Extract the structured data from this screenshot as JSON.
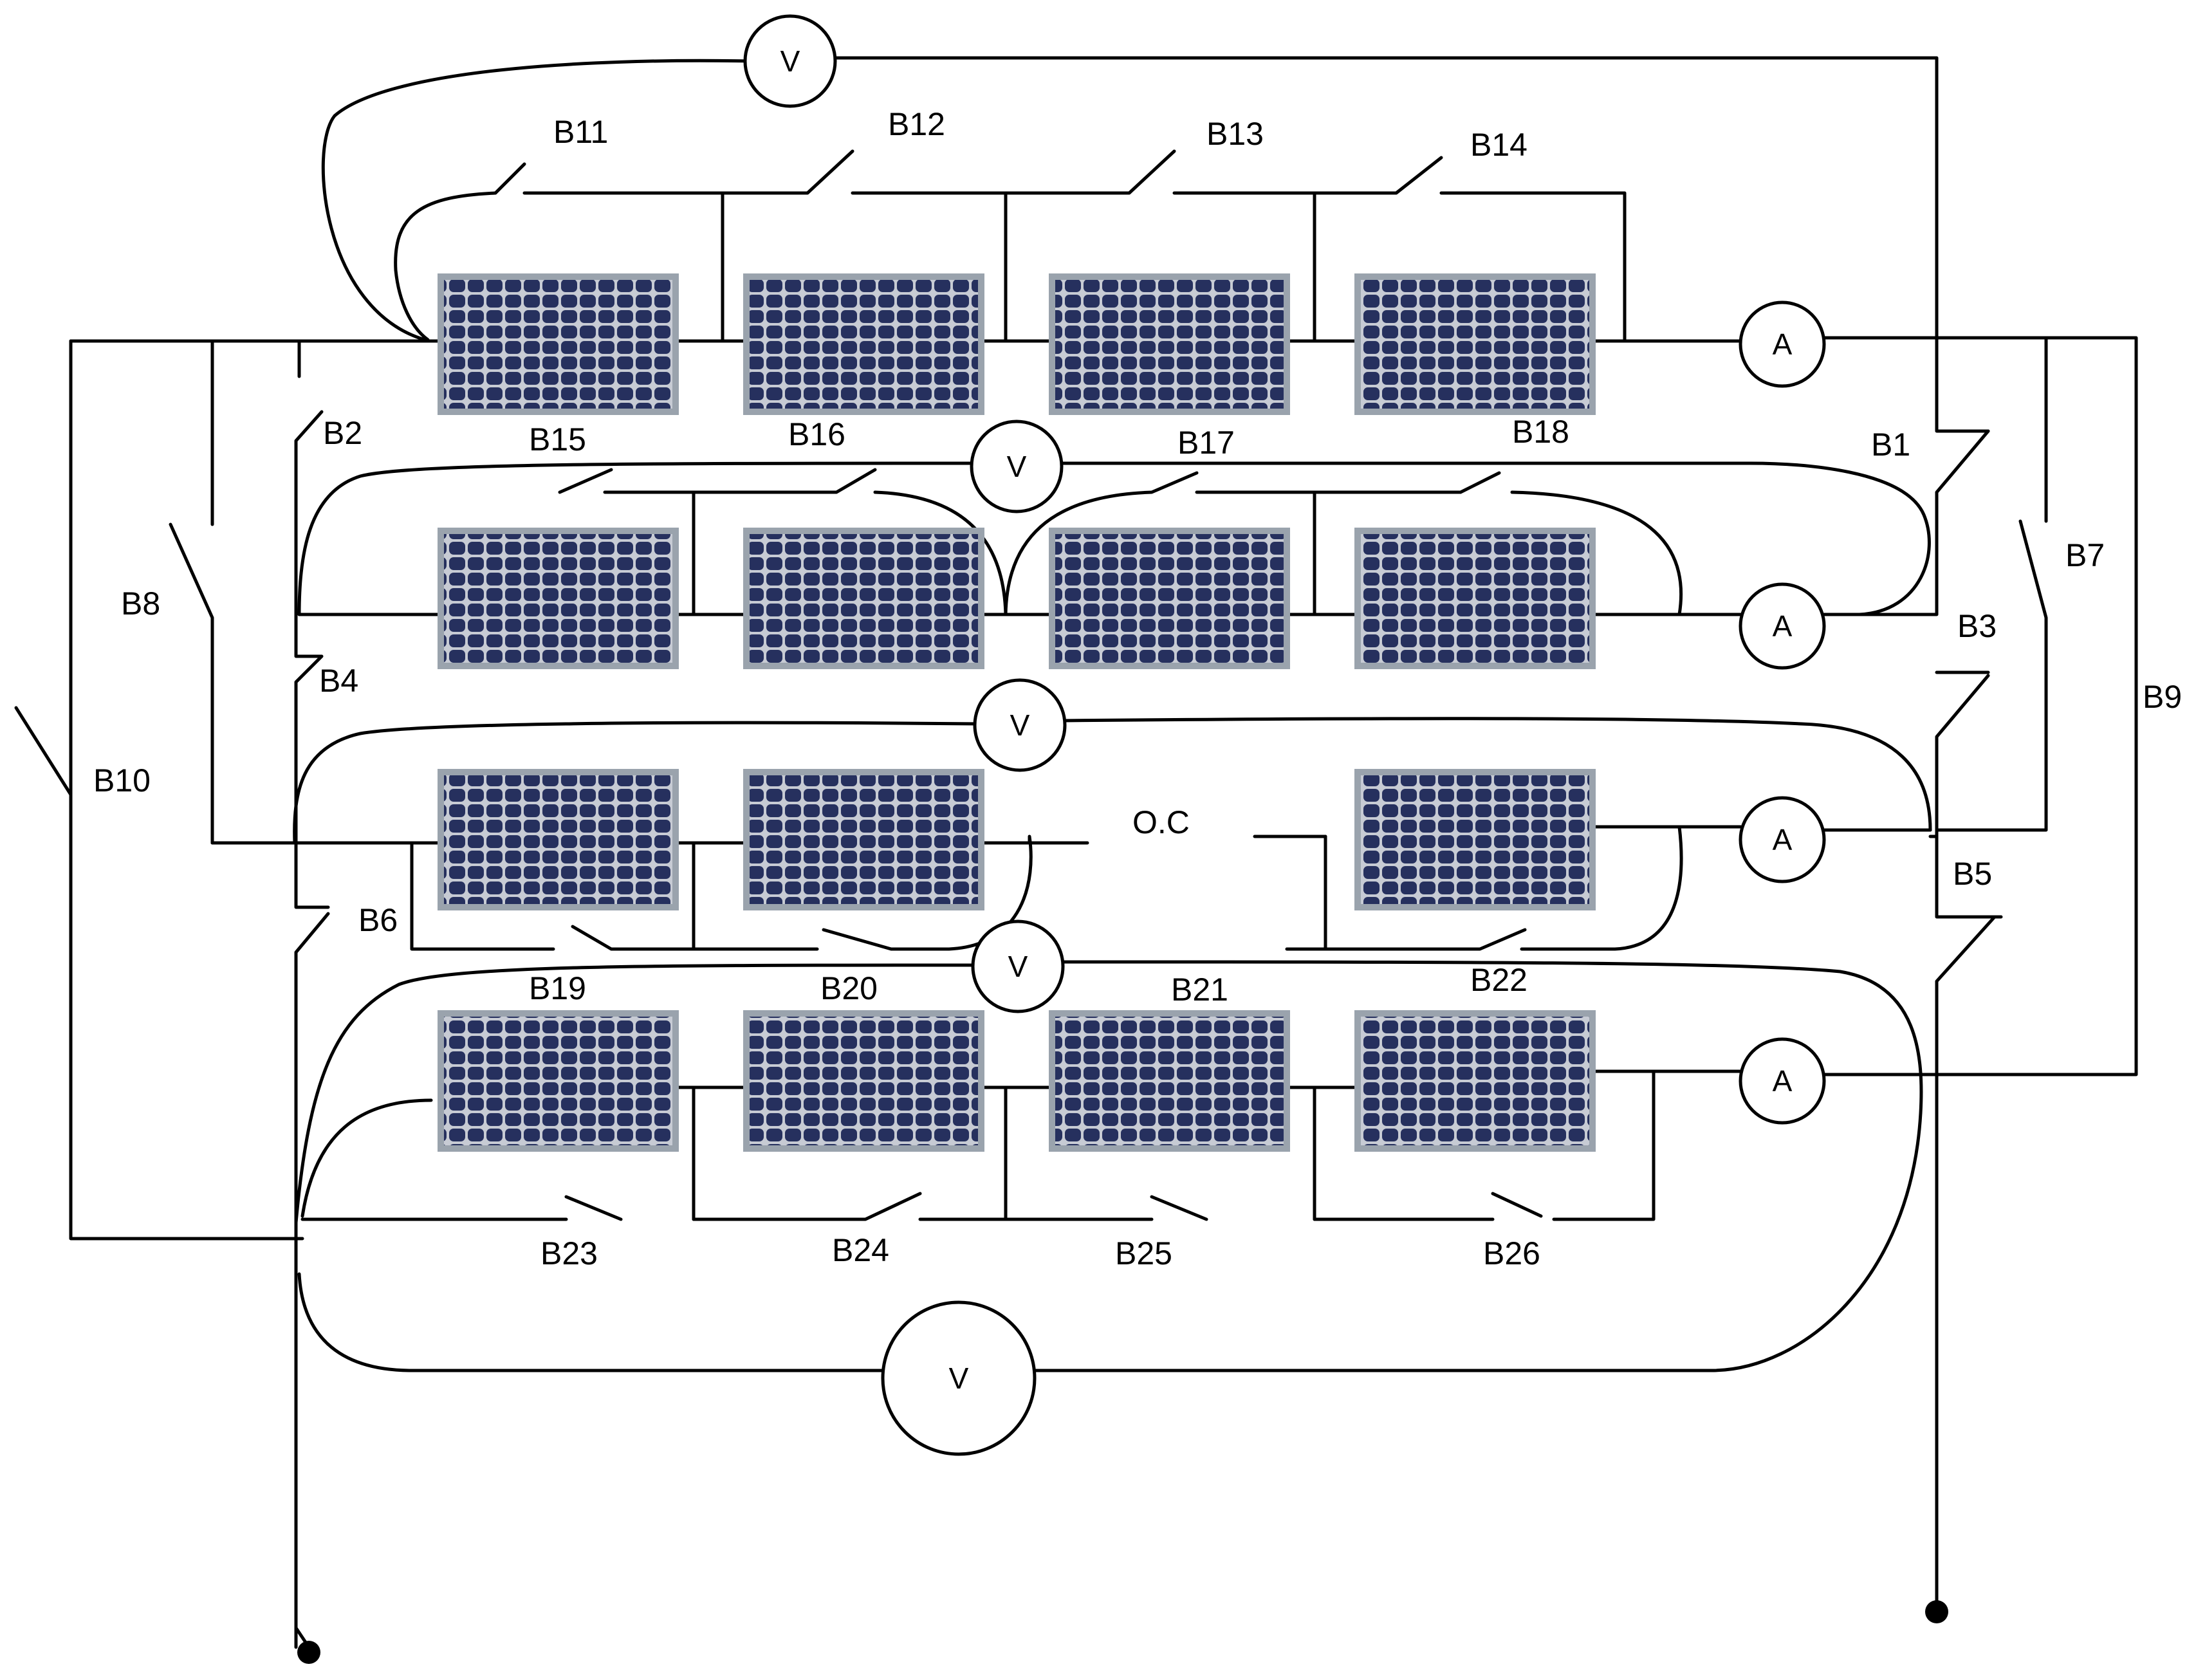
{
  "colors": {
    "wire": "#000000",
    "panel_frame": "#9aa3ad",
    "panel_back": "#ffffff",
    "cell": "#26305e",
    "cell_gap": "#c7cbd4"
  },
  "meters": {
    "voltmeter_symbol": "V",
    "ammeter_symbol": "A"
  },
  "switches": [
    "B1",
    "B2",
    "B3",
    "B4",
    "B5",
    "B6",
    "B7",
    "B8",
    "B9",
    "B10",
    "B11",
    "B12",
    "B13",
    "B14",
    "B15",
    "B16",
    "B17",
    "B18",
    "B19",
    "B20",
    "B21",
    "B22",
    "B23",
    "B24",
    "B25",
    "B26"
  ],
  "open_circuit_label": "O.C",
  "rows": [
    {
      "row": 1,
      "panels": 4
    },
    {
      "row": 2,
      "panels": 4
    },
    {
      "row": 3,
      "panels": 3
    },
    {
      "row": 4,
      "panels": 4
    }
  ],
  "panel_icon": "solar-panel-icon",
  "terminal_icon": "terminal-dot-icon"
}
